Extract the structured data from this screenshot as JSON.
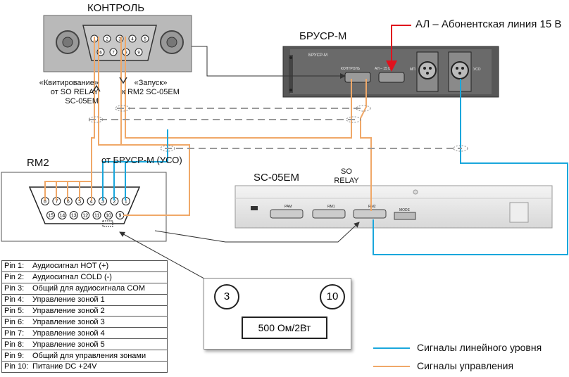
{
  "labels": {
    "kontrol": "КОНТРОЛЬ",
    "brusr_title": "БРУСР-М",
    "al_line": "АЛ – Абонентская линия 15 В",
    "kvit_1": "«Квитирование»",
    "kvit_2": "от SO RELAY",
    "kvit_3": "SC-05EM",
    "zapusk_1": "«Запуск»",
    "zapusk_2": "к RM2 SC-05EM",
    "rm2": "RM2",
    "from_brusr": "от БРУСР-М (УСО)",
    "sc05em": "SC-05EM",
    "so_relay_1": "SO",
    "so_relay_2": "RELAY",
    "brusr_panel_label": "БРУСР-М",
    "port_kontrol": "КОНТРОЛЬ",
    "port_al": "АЛ – 15 В",
    "port_mic": "МП",
    "port_uso": "УСО",
    "sc_pam": "PAM",
    "sc_rm1": "RM1",
    "sc_rm2": "RM2",
    "sc_mode": "MODE"
  },
  "db9_pins_top": [
    "1",
    "2",
    "3",
    "4",
    "5"
  ],
  "db9_pins_bottom": [
    "6",
    "7",
    "8",
    "9"
  ],
  "db15_pins_top": [
    "8",
    "7",
    "6",
    "5",
    "4",
    "3",
    "2",
    "1"
  ],
  "db15_pins_bottom": [
    "15",
    "14",
    "13",
    "12",
    "11",
    "10",
    "9"
  ],
  "pin_table": [
    {
      "pin": "Pin 1:",
      "desc": "Аудиосигнал HOT (+)"
    },
    {
      "pin": "Pin 2:",
      "desc": "Аудиосигнал COLD (-)"
    },
    {
      "pin": "Pin 3:",
      "desc": "Общий для аудиосигнала COM"
    },
    {
      "pin": "Pin 4:",
      "desc": "Управление зоной 1"
    },
    {
      "pin": "Pin 5:",
      "desc": "Управление зоной 2"
    },
    {
      "pin": "Pin 6:",
      "desc": "Управление зоной 3"
    },
    {
      "pin": "Pin 7:",
      "desc": "Управление зоной 4"
    },
    {
      "pin": "Pin 8:",
      "desc": "Управление зоной 5"
    },
    {
      "pin": "Pin 9:",
      "desc": "Общий для управления зонами"
    },
    {
      "pin": "Pin 10:",
      "desc": "Питание DC +24V"
    }
  ],
  "resistor": {
    "left_pin": "3",
    "right_pin": "10",
    "value": "500 Ом/2Вт"
  },
  "legend": [
    {
      "label": "Сигналы линейного уровня",
      "color": "#1aa7dc"
    },
    {
      "label": "Сигналы управления",
      "color": "#f0a868"
    }
  ],
  "colors": {
    "line_level": "#1aa7dc",
    "control": "#f0a868",
    "al_line": "#e0121d",
    "device_gray": "#b9b9b9",
    "panel_dark": "#575757"
  }
}
